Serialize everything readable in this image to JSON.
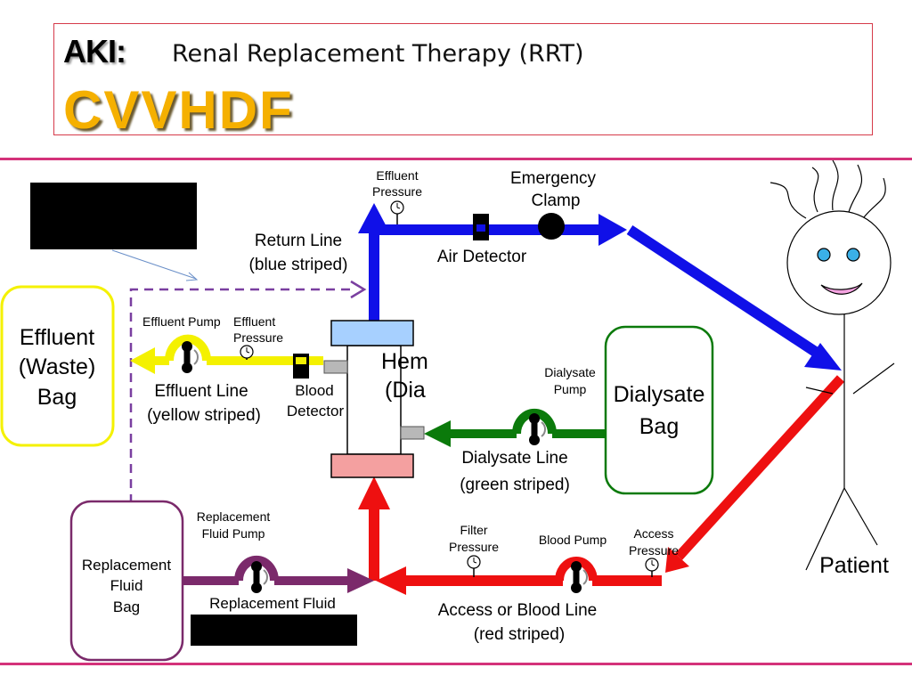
{
  "title": {
    "aki": "AKI:",
    "subtitle": "Renal Replacement Therapy (RRT)",
    "main": "CVVHDF"
  },
  "labels": {
    "effluent_pressure_top_1": "Effluent",
    "effluent_pressure_top_2": "Pressure",
    "emergency_clamp_1": "Emergency",
    "emergency_clamp_2": "Clamp",
    "return_line_1": "Return Line",
    "return_line_2": "(blue striped)",
    "air_detector": "Air Detector",
    "effluent_bag_1": "Effluent",
    "effluent_bag_2": "(Waste)",
    "effluent_bag_3": "Bag",
    "effluent_pump": "Effluent Pump",
    "effluent_pressure_mid_1": "Effluent",
    "effluent_pressure_mid_2": "Pressure",
    "hemofilter_1": "Hem",
    "hemofilter_2": "(Dia",
    "effluent_line_1": "Effluent Line",
    "effluent_line_2": "(yellow striped)",
    "blood_detector_1": "Blood",
    "blood_detector_2": "Detector",
    "dialysate_pump_1": "Dialysate",
    "dialysate_pump_2": "Pump",
    "dialysate_bag_1": "Dialysate",
    "dialysate_bag_2": "Bag",
    "dialysate_line_1": "Dialysate Line",
    "dialysate_line_2": "(green striped)",
    "replacement_pump_1": "Replacement",
    "replacement_pump_2": "Fluid Pump",
    "replacement_bag_1": "Replacement",
    "replacement_bag_2": "Fluid",
    "replacement_bag_3": "Bag",
    "replacement_fluid": "Replacement Fluid",
    "filter_pressure_1": "Filter",
    "filter_pressure_2": "Pressure",
    "blood_pump": "Blood Pump",
    "access_pressure_1": "Access",
    "access_pressure_2": "Pressure",
    "access_line_1": "Access or Blood Line",
    "access_line_2": "(red striped)",
    "patient": "Patient"
  },
  "colors": {
    "blue": "#1010e8",
    "red": "#ee1010",
    "green": "#0b7a0b",
    "yellow": "#f4f100",
    "purple": "#7b2a6b",
    "dashed": "#7a3fa0",
    "title_gold": "#f5b000",
    "rule": "#d4327a"
  }
}
